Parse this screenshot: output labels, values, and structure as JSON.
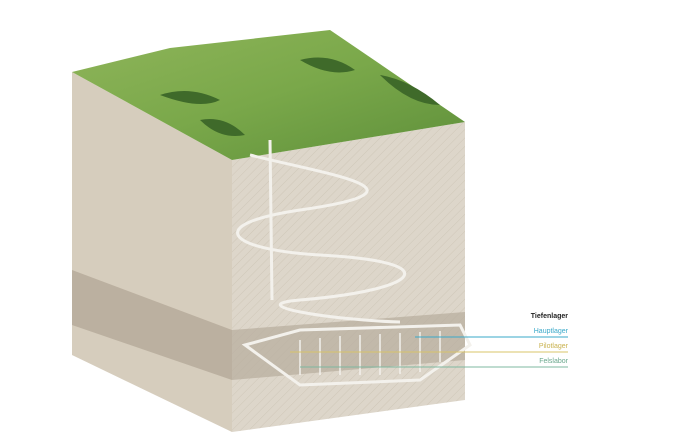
{
  "legend": {
    "title": "Tiefenlager",
    "items": [
      {
        "label": "Hauptlager",
        "color": "#3aa9c9"
      },
      {
        "label": "Pilotlager",
        "color": "#d8c46a"
      },
      {
        "label": "Felslabor",
        "color": "#7fb8a0"
      }
    ]
  }
}
